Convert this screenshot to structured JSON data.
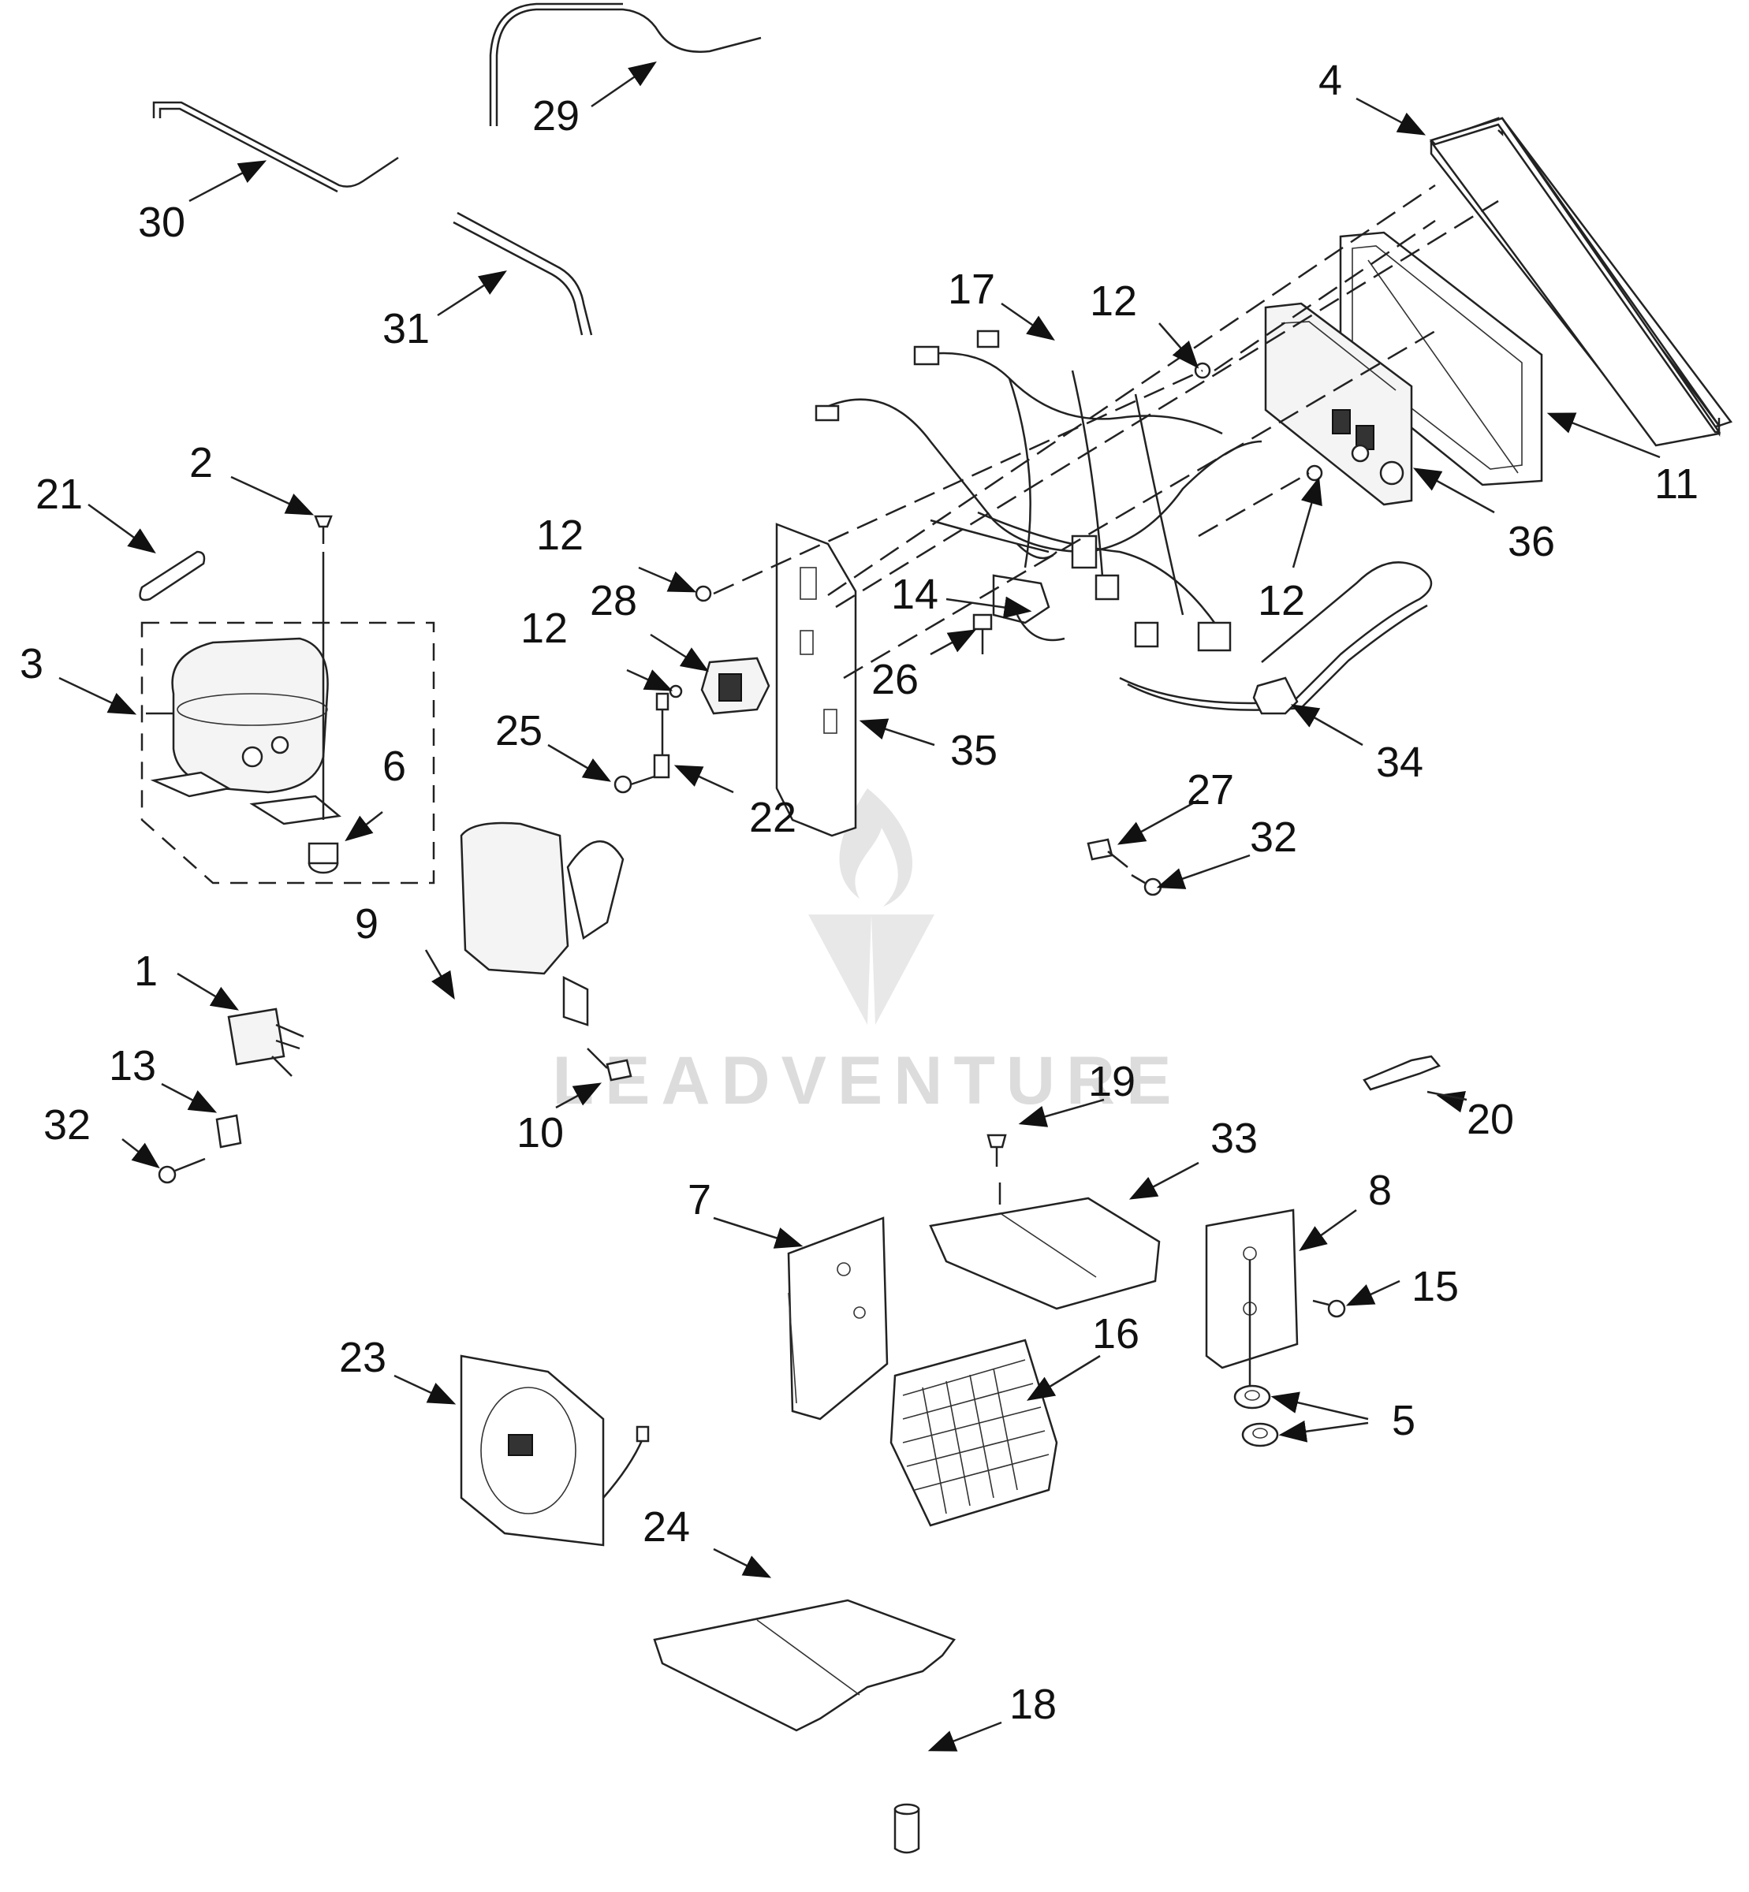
{
  "watermark": {
    "brand": "LEADVENTURE",
    "icon": "flame-logo-icon"
  },
  "callouts": {
    "c1": "1",
    "c2": "2",
    "c3": "3",
    "c4": "4",
    "c5": "5",
    "c6": "6",
    "c7": "7",
    "c8": "8",
    "c9": "9",
    "c10": "10",
    "c11": "11",
    "c12a": "12",
    "c12b": "12",
    "c12c": "12",
    "c12d": "12",
    "c13": "13",
    "c14": "14",
    "c15": "15",
    "c16": "16",
    "c17": "17",
    "c18": "18",
    "c19": "19",
    "c20": "20",
    "c21": "21",
    "c22": "22",
    "c23": "23",
    "c24": "24",
    "c25": "25",
    "c26": "26",
    "c27": "27",
    "c28": "28",
    "c29": "29",
    "c30": "30",
    "c31": "31",
    "c32a": "32",
    "c32b": "32",
    "c33": "33",
    "c34": "34",
    "c35": "35",
    "c36": "36"
  },
  "colors": {
    "line": "#222222",
    "watermark": "#d9d9d9",
    "background": "#ffffff"
  }
}
